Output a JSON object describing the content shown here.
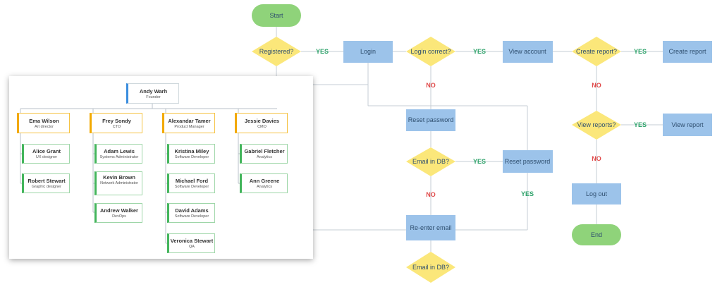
{
  "flowchart": {
    "nodes": {
      "start": "Start",
      "registered": "Registered?",
      "login": "Login",
      "login_correct": "Login correct?",
      "view_account": "View account",
      "create_report_q": "Create report?",
      "create_report": "Create report",
      "reset_password_1": "Reset password",
      "view_reports_q": "View reports?",
      "view_report": "View report",
      "email_in_db_1": "Email in DB?",
      "reset_password_2": "Reset password",
      "log_out": "Log out",
      "re_enter_email": "Re-enter email",
      "end": "End",
      "email_in_db_2": "Email in DB?"
    },
    "labels": {
      "yes": "YES",
      "no": "NO"
    },
    "colors": {
      "terminal": "#8fd37a",
      "decision": "#fbe77a",
      "process": "#9cc3ea",
      "connector": "#c5cdd4",
      "yes": "#2fa36b",
      "no": "#e04a4a"
    }
  },
  "org_chart": {
    "root": {
      "name": "Andy Warh",
      "role": "Founder"
    },
    "managers": [
      {
        "name": "Ema Wilson",
        "role": "Art director",
        "reports": [
          {
            "name": "Alice Grant",
            "role": "UX designer"
          },
          {
            "name": "Robert Stewart",
            "role": "Graphic designer"
          }
        ]
      },
      {
        "name": "Frey Sondy",
        "role": "CTO",
        "reports": [
          {
            "name": "Adam Lewis",
            "role": "Systems Administrator"
          },
          {
            "name": "Kevin Brown",
            "role": "Network Administrator"
          },
          {
            "name": "Andrew Walker",
            "role": "DevOps"
          }
        ]
      },
      {
        "name": "Alexandar Tamer",
        "role": "Product Manager",
        "reports": [
          {
            "name": "Kristina Miley",
            "role": "Software Developer"
          },
          {
            "name": "Michael Ford",
            "role": "Software Developer"
          },
          {
            "name": "David Adams",
            "role": "Software Developer"
          },
          {
            "name": "Veronica Stewart",
            "role": "QA"
          }
        ]
      },
      {
        "name": "Jessie Davies",
        "role": "CMO",
        "reports": [
          {
            "name": "Gabriel Fletcher",
            "role": "Analytics"
          },
          {
            "name": "Ann Greene",
            "role": "Analytics"
          }
        ]
      }
    ],
    "colors": {
      "root": "#3a8dde",
      "manager": "#f2a900",
      "employee": "#43b55c"
    }
  }
}
